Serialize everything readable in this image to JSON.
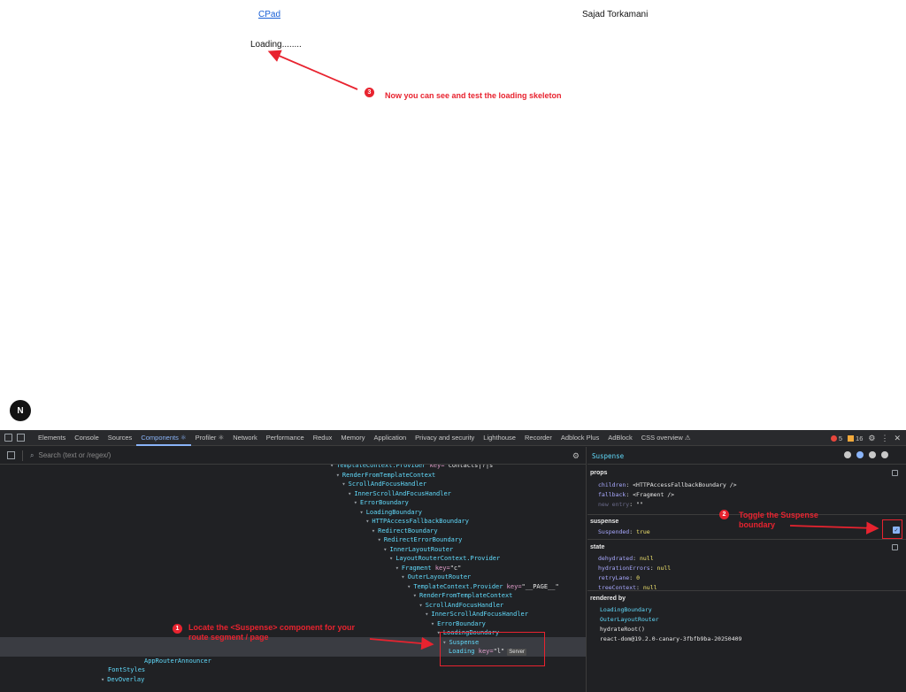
{
  "page": {
    "nav_link": "CPad",
    "user_name": "Sajad Torkamani",
    "loading_text": "Loading........",
    "next_badge": "N"
  },
  "annotations": [
    {
      "num": "1",
      "text": "Locate the <Suspense> component for your route segment / page"
    },
    {
      "num": "2",
      "text": "Toggle the Suspense boundary"
    },
    {
      "num": "3",
      "text": "Now you can see and test the loading skeleton"
    }
  ],
  "devtools": {
    "tabs": [
      "Elements",
      "Console",
      "Sources",
      "Components ⚛",
      "Profiler ⚛",
      "Network",
      "Performance",
      "Redux",
      "Memory",
      "Application",
      "Privacy and security",
      "Lighthouse",
      "Recorder",
      "Adblock Plus",
      "AdBlock",
      "CSS overview ⚠"
    ],
    "active_tab": "Components ⚛",
    "errors": "5",
    "warnings": "16",
    "search_placeholder": "Search (text or /regex/)",
    "tree": [
      {
        "indent": 0,
        "name": "TemplateContext.Provider",
        "key": "contacts|?|s",
        "cut": true
      },
      {
        "indent": 1,
        "name": "RenderFromTemplateContext"
      },
      {
        "indent": 2,
        "name": "ScrollAndFocusHandler"
      },
      {
        "indent": 3,
        "name": "InnerScrollAndFocusHandler"
      },
      {
        "indent": 4,
        "name": "ErrorBoundary"
      },
      {
        "indent": 5,
        "name": "LoadingBoundary"
      },
      {
        "indent": 6,
        "name": "HTTPAccessFallbackBoundary"
      },
      {
        "indent": 7,
        "name": "RedirectBoundary"
      },
      {
        "indent": 8,
        "name": "RedirectErrorBoundary"
      },
      {
        "indent": 9,
        "name": "InnerLayoutRouter"
      },
      {
        "indent": 10,
        "name": "LayoutRouterContext.Provider"
      },
      {
        "indent": 11,
        "name": "Fragment",
        "key": "c"
      },
      {
        "indent": 12,
        "name": "OuterLayoutRouter"
      },
      {
        "indent": 13,
        "name": "TemplateContext.Provider",
        "key": "__PAGE__"
      },
      {
        "indent": 14,
        "name": "RenderFromTemplateContext"
      },
      {
        "indent": 15,
        "name": "ScrollAndFocusHandler"
      },
      {
        "indent": 16,
        "name": "InnerScrollAndFocusHandler"
      },
      {
        "indent": 17,
        "name": "ErrorBoundary"
      },
      {
        "indent": 18,
        "name": "LoadingBoundary"
      },
      {
        "indent": 19,
        "name": "Suspense",
        "selected": true
      },
      {
        "indent": 20,
        "name": "Loading",
        "key": "l",
        "badge": "Server",
        "leaf": true
      },
      {
        "indent": -1,
        "name": "AppRouterAnnouncer",
        "leaf": true
      },
      {
        "indent": -2,
        "name": "FontStyles",
        "leaf": true
      },
      {
        "indent": -3,
        "name": "DevOverlay"
      }
    ],
    "inspector": {
      "title": "Suspense",
      "props_title": "props",
      "props": [
        {
          "k": "children",
          "v": "<HTTPAccessFallbackBoundary />"
        },
        {
          "k": "fallback",
          "v": "<Fragment />"
        },
        {
          "k": "new entry",
          "v": "\"\"",
          "dim": true
        }
      ],
      "suspense_title": "suspense",
      "suspended_key": "Suspended",
      "suspended_val": "true",
      "state_title": "state",
      "state": [
        {
          "k": "dehydrated",
          "v": "null"
        },
        {
          "k": "hydrationErrors",
          "v": "null"
        },
        {
          "k": "retryLane",
          "v": "0"
        },
        {
          "k": "treeContext",
          "v": "null"
        }
      ],
      "rendered_title": "rendered by",
      "rendered_by": [
        "LoadingBoundary",
        "OuterLayoutRouter",
        "hydrateRoot()",
        "react-dom@19.2.0-canary-3fbfb9ba-20250409"
      ]
    }
  },
  "colors": {
    "accent_red": "#e8232f",
    "component_cyan": "#61dafb",
    "devtools_bg": "#202124"
  }
}
